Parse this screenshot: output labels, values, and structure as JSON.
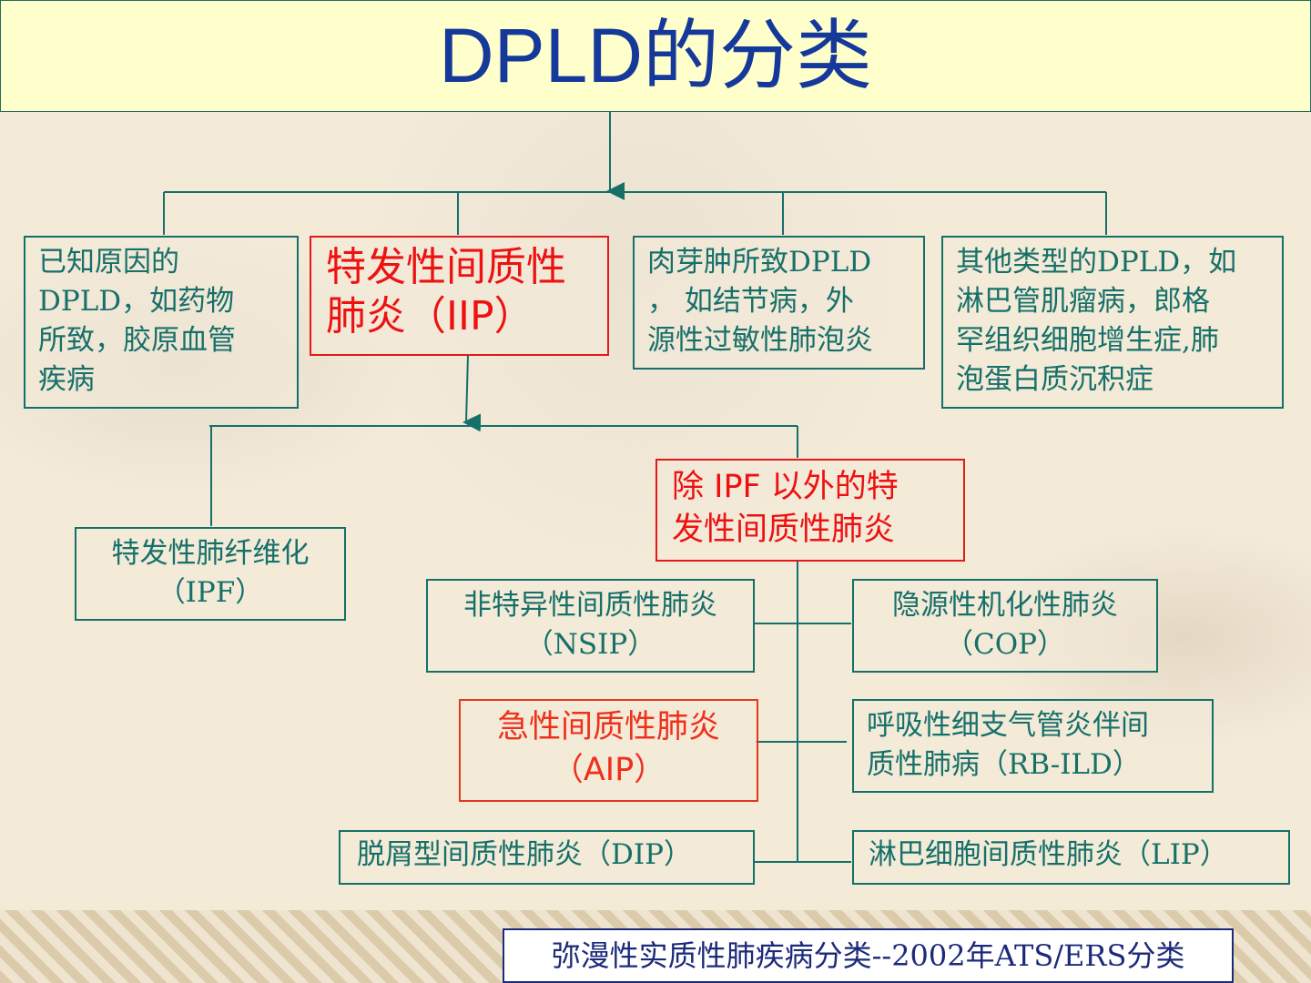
{
  "title": "DPLD的分类",
  "level1": [
    {
      "lines": [
        "已知原因的",
        "DPLD，如药物",
        "所致，胶原血管",
        "疾病"
      ]
    },
    {
      "lines": [
        "特发性间质性",
        "肺炎（IIP）"
      ]
    },
    {
      "lines": [
        "肉芽肿所致DPLD",
        "， 如结节病，外",
        "源性过敏性肺泡炎"
      ]
    },
    {
      "lines": [
        "其他类型的DPLD，如",
        "淋巴管肌瘤病，郎格",
        "罕组织细胞增生症,肺",
        "泡蛋白质沉积症"
      ]
    }
  ],
  "iip": {
    "ipf": [
      "特发性肺纤维化",
      "（IPF）"
    ],
    "non_ipf": [
      "除 IPF 以外的特",
      "发性间质性肺炎"
    ],
    "nsip": [
      "非特异性间质性肺炎",
      "（NSIP）"
    ],
    "cop": [
      "隐源性机化性肺炎",
      "（COP）"
    ],
    "aip": [
      "急性间质性肺炎",
      "（AIP）"
    ],
    "rbild": [
      "呼吸性细支气管炎伴间",
      "质性肺病（RB-ILD）"
    ],
    "dip": "脱屑型间质性肺炎（DIP）",
    "lip": "淋巴细胞间质性肺炎（LIP）"
  },
  "caption": "弥漫性实质性肺疾病分类--2002年ATS/ERS分类",
  "colors": {
    "teal": "#16706a",
    "red": "#ee1111",
    "title": "#15399a",
    "title_bg": "#ffffcc"
  }
}
